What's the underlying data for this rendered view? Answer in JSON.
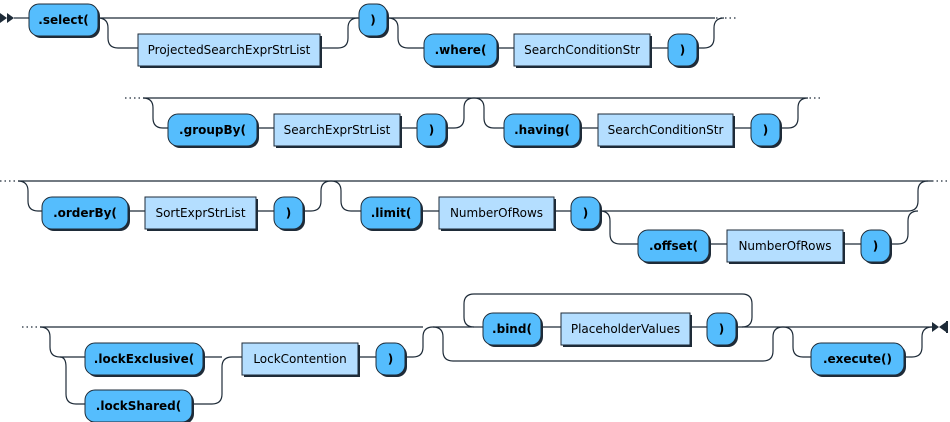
{
  "diagram": {
    "type": "railroad",
    "tokens": {
      "select": ".select(",
      "close_paren": ")",
      "where": ".where(",
      "groupBy": ".groupBy(",
      "having": ".having(",
      "orderBy": ".orderBy(",
      "limit": ".limit(",
      "offset": ".offset(",
      "lockExclusive": ".lockExclusive(",
      "lockShared": ".lockShared(",
      "bind": ".bind(",
      "execute": ".execute()"
    },
    "nonterminals": {
      "projected": "ProjectedSearchExprStrList",
      "searchCondition": "SearchConditionStr",
      "searchExpr": "SearchExprStrList",
      "sortExpr": "SortExprStrList",
      "numberOfRows": "NumberOfRows",
      "lockContention": "LockContention",
      "placeholderValues": "PlaceholderValues"
    }
  }
}
